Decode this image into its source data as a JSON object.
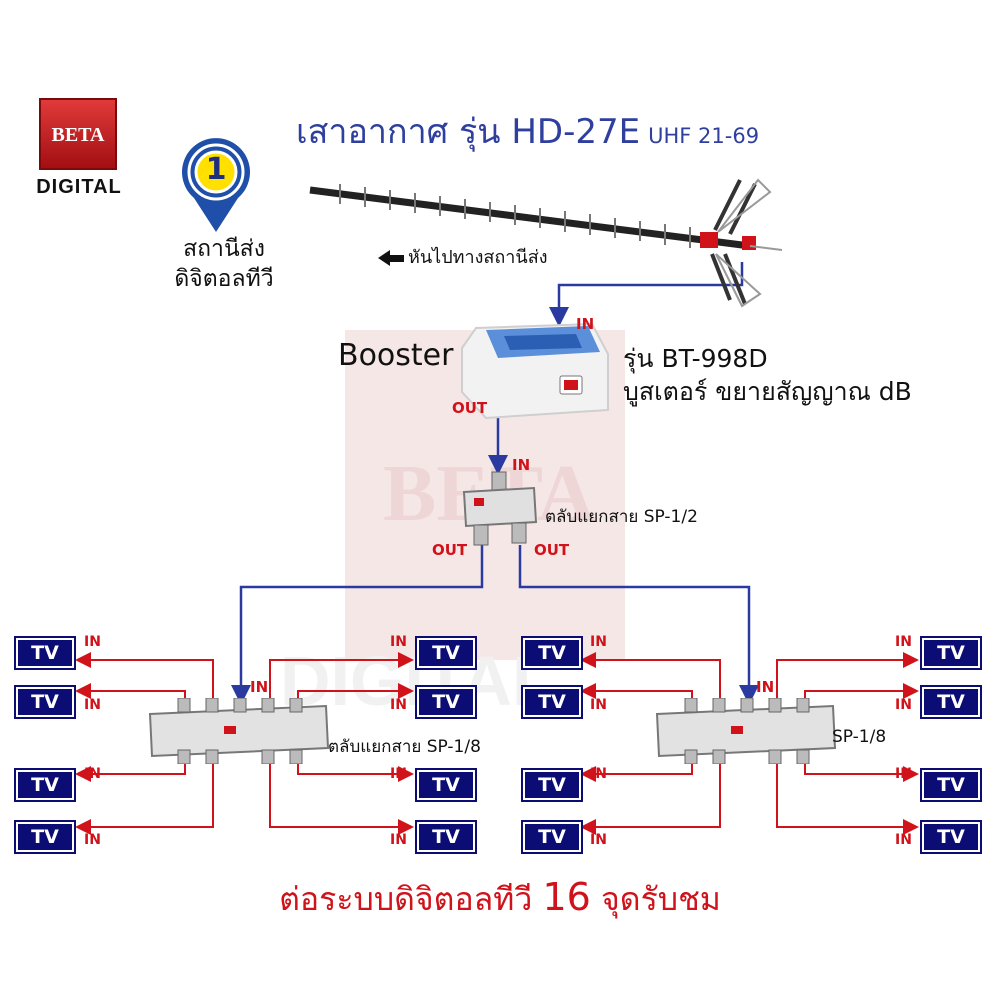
{
  "brand": {
    "top": "BETA",
    "bottom": "DIGITAL"
  },
  "badge": {
    "number": "1"
  },
  "station": {
    "line1": "สถานีส่ง",
    "line2": "ดิจิตอลทีวี"
  },
  "title": {
    "main": "เสาอากาศ รุ่น HD-27E",
    "band": "UHF 21-69"
  },
  "antenna": {
    "direction": "หันไปทางสถานีส่ง"
  },
  "booster": {
    "name": "Booster",
    "model": "รุ่น BT-998D",
    "desc": "บูสเตอร์ ขยายสัญญาณ dB",
    "in": "IN",
    "out": "OUT"
  },
  "splitter2": {
    "label": "ตลับแยกสาย SP-1/2",
    "in": "IN",
    "out_left": "OUT",
    "out_right": "OUT"
  },
  "splitter8_left": {
    "label": "ตลับแยกสาย SP-1/8",
    "in": "IN"
  },
  "splitter8_right": {
    "label": "SP-1/8",
    "in": "IN"
  },
  "tv": {
    "label": "TV",
    "in": "IN"
  },
  "footer": {
    "text_a": "ต่อระบบดิจิตอลทีวี",
    "number": "16",
    "text_b": "จุดรับชม"
  },
  "colors": {
    "title_blue": "#2e3f9e",
    "tv_blue": "#0b0d75",
    "red": "#d0121b",
    "wire_blue": "#2b3aa0"
  }
}
